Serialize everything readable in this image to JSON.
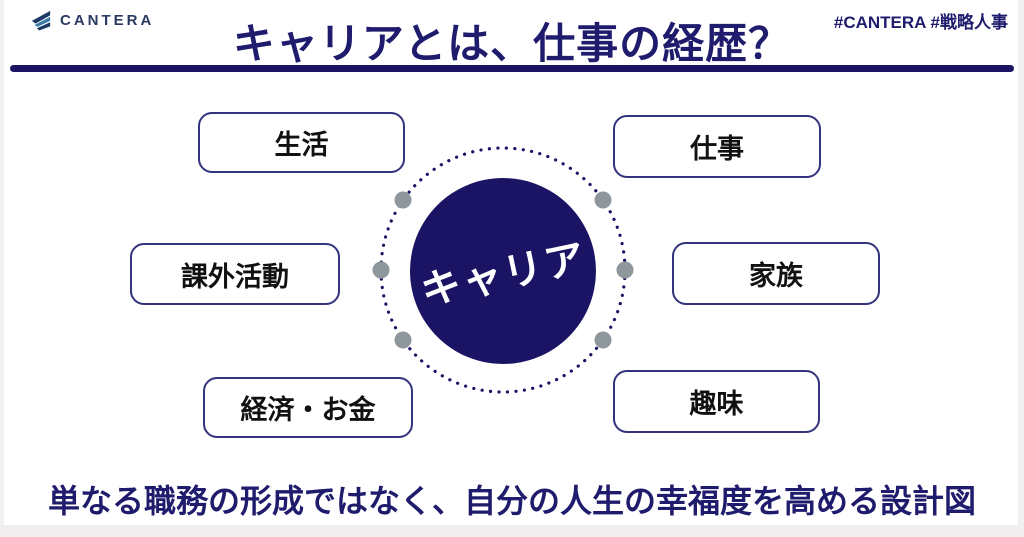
{
  "brand": {
    "logo_text": "CANTERA"
  },
  "hashtags": "#CANTERA #戦略人事",
  "title": "キャリアとは、仕事の経歴？",
  "diagram": {
    "center_label": "キャリア",
    "nodes": [
      {
        "label": "生活"
      },
      {
        "label": "仕事"
      },
      {
        "label": "課外活動"
      },
      {
        "label": "家族"
      },
      {
        "label": "経済・お金"
      },
      {
        "label": "趣味"
      }
    ]
  },
  "footer": "単なる職務の形成ではなく、自分の人生の幸福度を高める設計図",
  "colors": {
    "navy_text": "#1f1b6d",
    "circle_fill": "#1b1464",
    "box_border": "#34347e",
    "connector_dot_gray": "#8e979c",
    "logo_navy": "#1d3a66",
    "logo_blue": "#3a7ca5"
  }
}
